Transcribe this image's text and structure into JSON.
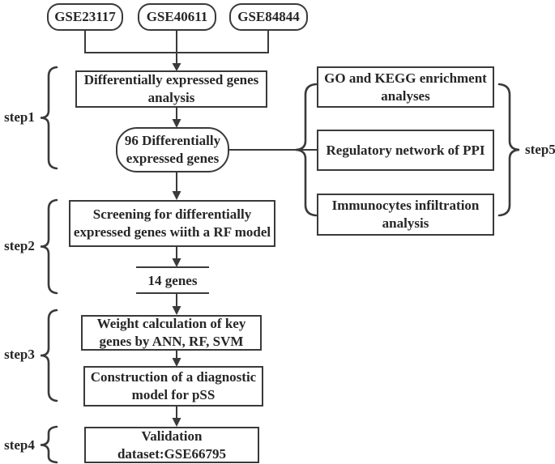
{
  "colors": {
    "stroke": "#3a3a3a",
    "text": "#262626",
    "background": "#ffffff"
  },
  "datasets": [
    {
      "label": "GSE23117"
    },
    {
      "label": "GSE40611"
    },
    {
      "label": "GSE84844"
    }
  ],
  "flow": {
    "deg_analysis": {
      "lines": [
        "Differentially expressed genes",
        "analysis"
      ]
    },
    "deg96": {
      "lines": [
        "96 Differentially",
        "expressed genes"
      ]
    },
    "screening": {
      "lines": [
        "Screening for differentially",
        "expressed genes wiith a RF model"
      ]
    },
    "genes14": {
      "label": "14 genes"
    },
    "weight": {
      "lines": [
        "Weight calculation of key",
        "genes by ANN, RF, SVM"
      ]
    },
    "construction": {
      "lines": [
        "Construction of a diagnostic",
        "model for pSS"
      ]
    },
    "validation": {
      "lines": [
        "Validation",
        "dataset:GSE66795"
      ]
    }
  },
  "analyses": [
    {
      "lines": [
        "GO and KEGG enrichment",
        "analyses"
      ]
    },
    {
      "lines": [
        "Regulatory network of PPI"
      ]
    },
    {
      "lines": [
        "Immunocytes infiltration",
        "analysis"
      ]
    }
  ],
  "steps": {
    "step1": "step1",
    "step2": "step2",
    "step3": "step3",
    "step4": "step4",
    "step5": "step5"
  }
}
